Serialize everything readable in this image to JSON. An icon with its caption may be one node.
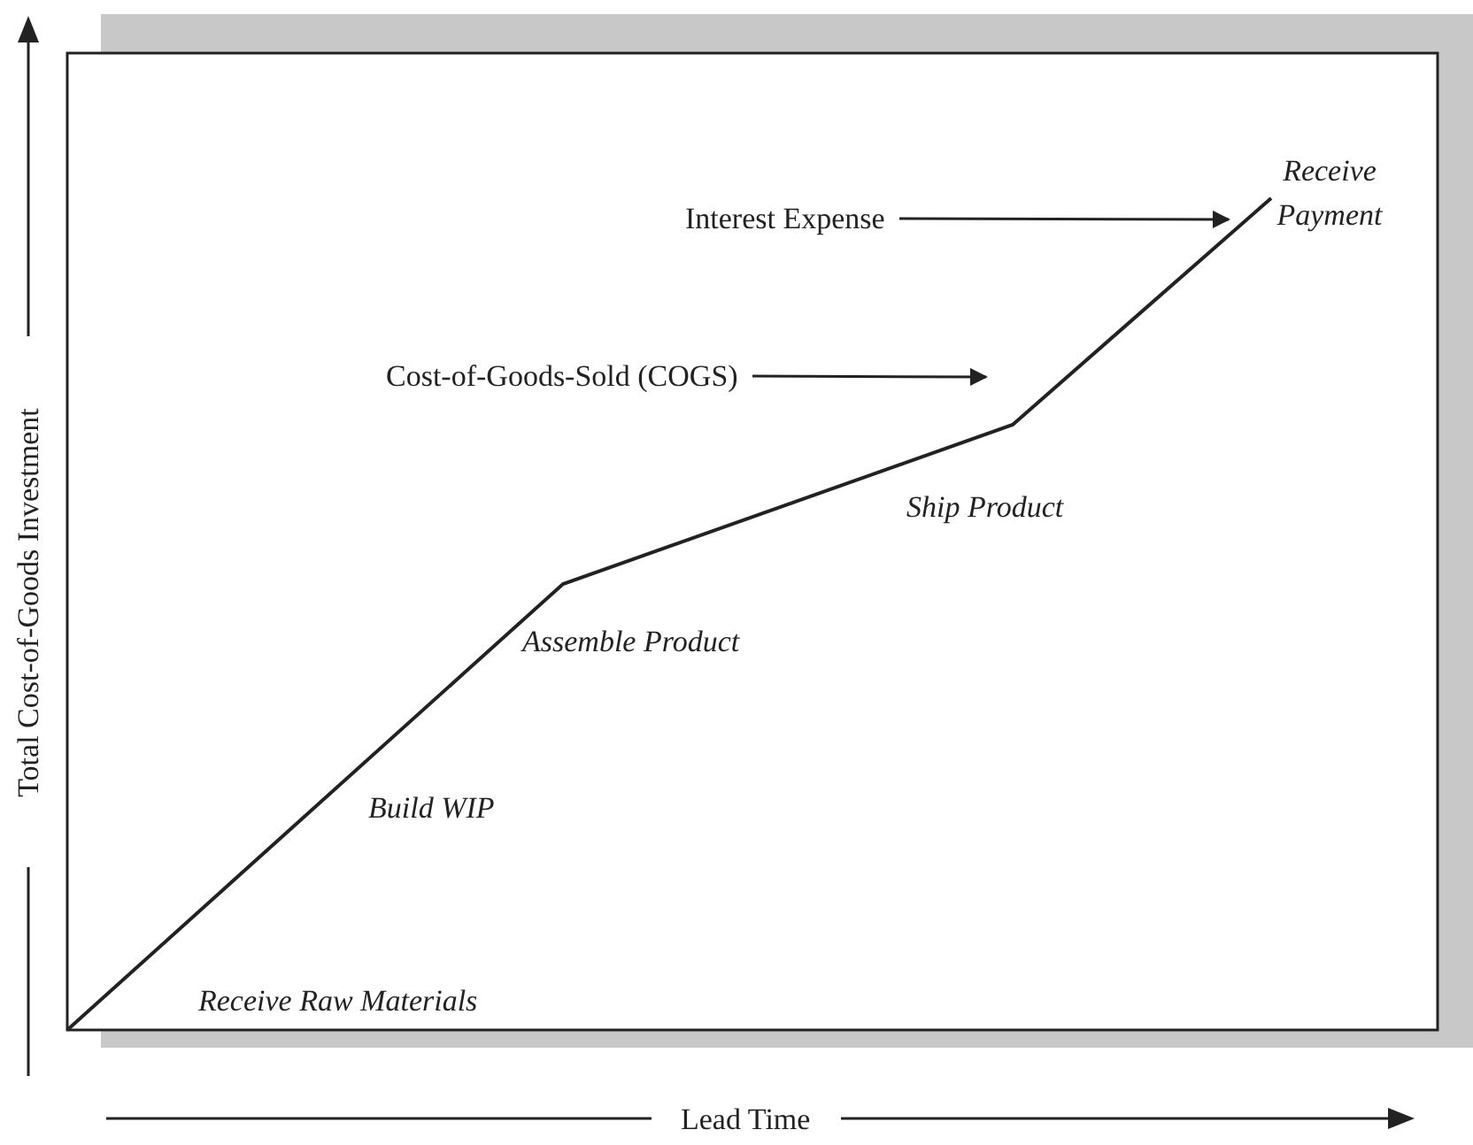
{
  "diagram": {
    "nodes": [
      {
        "text": [
          "Interest Expense"
        ]
      },
      {
        "text": [
          "Cost-of-Goods-Sold (COGS)"
        ]
      }
    ],
    "edges": [
      {
        "from": 0,
        "to": null,
        "arrow": "to"
      },
      {
        "from": 1,
        "to": null,
        "arrow": "to"
      }
    ],
    "labels": [
      "Receive Payment",
      "Ship Product",
      "Assemble Product",
      "Build WIP",
      "Receive Raw Materials",
      "Total Cost-of-Goods Investment",
      "Lead Time"
    ]
  }
}
